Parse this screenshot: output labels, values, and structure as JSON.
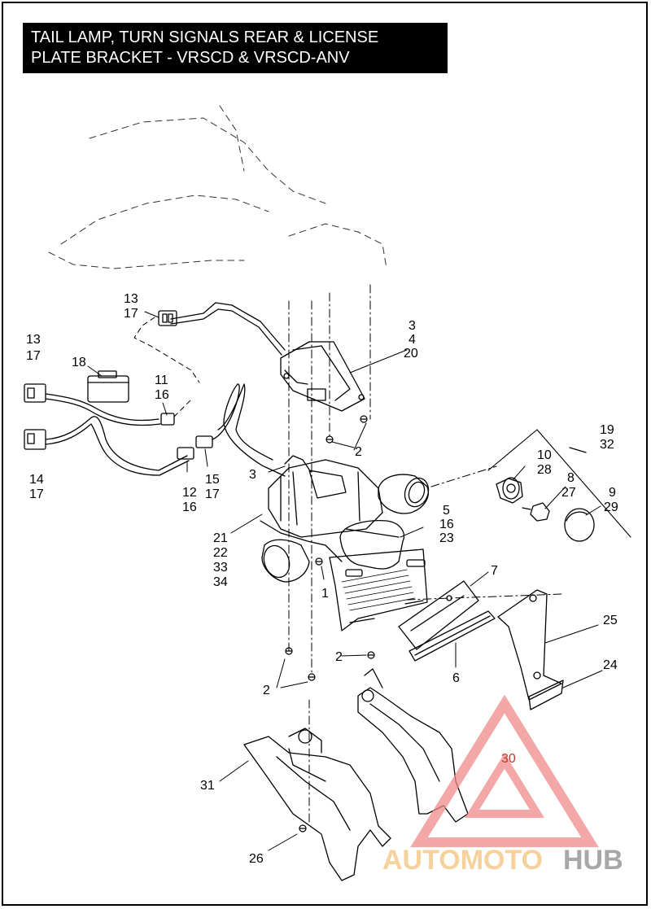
{
  "title": {
    "line1": "TAIL LAMP, TURN SIGNALS REAR & LICENSE",
    "line2": "PLATE BRACKET - VRSCD & VRSCD-ANV"
  },
  "callouts": {
    "c13_17_top": [
      "13",
      "17"
    ],
    "c13_17_left": [
      "13",
      "17"
    ],
    "c18": [
      "18"
    ],
    "c11_16": [
      "11",
      "16"
    ],
    "c14_17": [
      "14",
      "17"
    ],
    "c12_16": [
      "12",
      "16"
    ],
    "c15_17": [
      "15",
      "17"
    ],
    "c3_4_20": [
      "3",
      "4",
      "20"
    ],
    "c2_a": [
      "2"
    ],
    "c3": [
      "3"
    ],
    "c19_32": [
      "19",
      "32"
    ],
    "c10_28": [
      "10",
      "28"
    ],
    "c8_27": [
      "8",
      "27"
    ],
    "c9_29": [
      "9",
      "29"
    ],
    "c5_16_23": [
      "5",
      "16",
      "23"
    ],
    "c21_22_33_34": [
      "21",
      "22",
      "33",
      "34"
    ],
    "c1": [
      "1"
    ],
    "c7": [
      "7"
    ],
    "c25": [
      "25"
    ],
    "c2_b": [
      "2"
    ],
    "c2_c": [
      "2"
    ],
    "c6": [
      "6"
    ],
    "c24": [
      "24"
    ],
    "c30": [
      "30"
    ],
    "c31": [
      "31"
    ],
    "c26": [
      "26"
    ]
  },
  "watermark": {
    "part1": "AUTOMOTO",
    "part2": "HUB",
    "color_accent": "#f08a8a",
    "color_text": "#f5c27a"
  }
}
